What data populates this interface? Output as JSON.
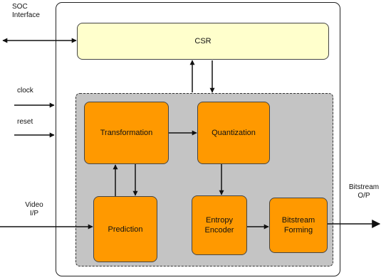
{
  "external": {
    "soc_line1": "SOC",
    "soc_line2": "Interface",
    "clock": "clock",
    "reset": "reset",
    "video_line1": "Video",
    "video_line2": "I/P",
    "bitstream_line1": "Bitstream",
    "bitstream_line2": "O/P"
  },
  "blocks": {
    "csr": "CSR",
    "transformation": "Transformation",
    "quantization": "Quantization",
    "prediction": "Prediction",
    "entropy_line1": "Entropy",
    "entropy_line2": "Encoder",
    "bitstream_line1": "Bitstream",
    "bitstream_line2": "Forming"
  },
  "colors": {
    "processing_block": "#ff9900",
    "csr_block": "#ffffcc",
    "core_region": "#c4c4c4",
    "wire": "#111111"
  }
}
